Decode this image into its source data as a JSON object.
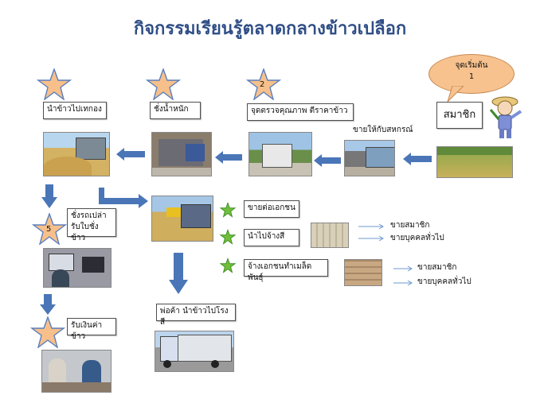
{
  "title": "กิจกรรมเรียนรู้ตลาดกลางข้าวเปลือก",
  "start_bubble": {
    "text": "จุดเริ่มต้น",
    "number": "1"
  },
  "member_label": "สมาชิก",
  "sell_coop_label": "ขายให้กับสหกรณ์",
  "steps": {
    "dump": "นำข้าวไปเทกอง",
    "weigh": "ชั่งน้ำหนัก",
    "inspect": "จุดตรวจคุณภาพ   ตีราคาข้าว",
    "empty_truck": [
      "ชั่งรถเปล่า",
      "รับใบชั่งข้าว"
    ],
    "receive_money": "รับเงินค่าข้าว",
    "merchant": "พ่อค้า  นำข้าวไปโรงสี"
  },
  "star_numbers": {
    "step2": "2",
    "step5": "5"
  },
  "options": [
    {
      "label": "ขายต่อเอกชน"
    },
    {
      "label": "นำไปจ้างสี",
      "outputs": [
        "ขายสมาชิก",
        "ขายบุคคลทั่วไป"
      ]
    },
    {
      "label": "จ้างเอกชนทำเมล็ดพันธุ์",
      "outputs": [
        "ขายสมาชิก",
        "ขายบุคคลทั่วไป"
      ]
    }
  ],
  "colors": {
    "title": "#2f4e86",
    "arrow": "#4a76b8",
    "star_fill": "#f7c08a",
    "star_stroke": "#5a7fbf",
    "green_star": "#6fbf3a",
    "bubble": "#f7c28e"
  }
}
